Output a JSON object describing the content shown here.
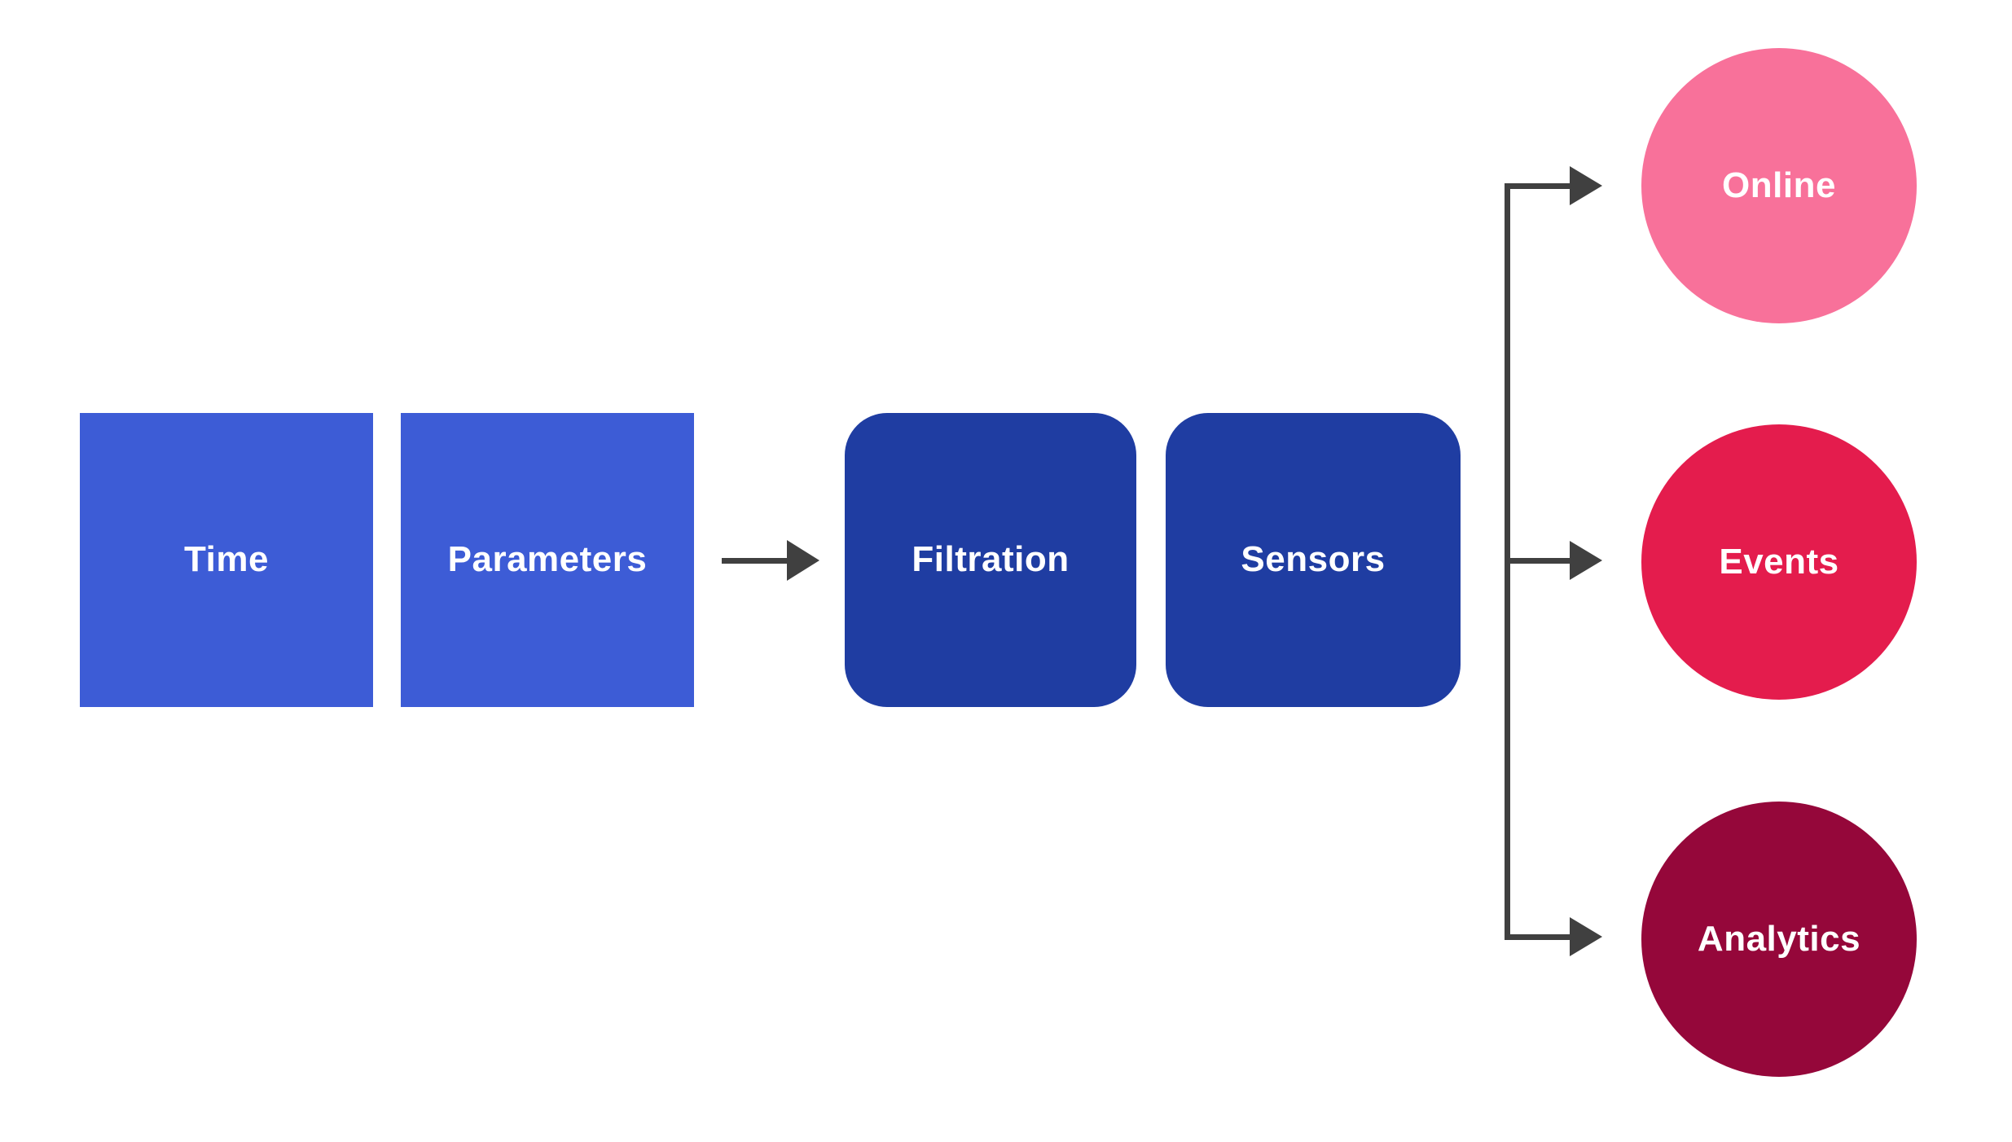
{
  "diagram": {
    "type": "flow-diagram",
    "background": "#FFFFFF",
    "label_color": "#FFFFFF",
    "connector_color": "#404040",
    "nodes": {
      "time": {
        "label": "Time",
        "shape": "square",
        "color": "#3D5CD6"
      },
      "parameters": {
        "label": "Parameters",
        "shape": "square",
        "color": "#3D5CD6"
      },
      "filtration": {
        "label": "Filtration",
        "shape": "rounded-square",
        "color": "#1F3DA2"
      },
      "sensors": {
        "label": "Sensors",
        "shape": "rounded-square",
        "color": "#1F3DA2"
      },
      "online": {
        "label": "Online",
        "shape": "circle",
        "color": "#F8719A"
      },
      "events": {
        "label": "Events",
        "shape": "circle",
        "color": "#E41C4D"
      },
      "analytics": {
        "label": "Analytics",
        "shape": "circle",
        "color": "#95073A"
      }
    },
    "connections": [
      {
        "from": "parameters",
        "to": "filtration",
        "style": "arrow"
      },
      {
        "from": "branch",
        "to": "online",
        "style": "arrow"
      },
      {
        "from": "branch",
        "to": "events",
        "style": "arrow"
      },
      {
        "from": "branch",
        "to": "analytics",
        "style": "arrow"
      }
    ]
  }
}
